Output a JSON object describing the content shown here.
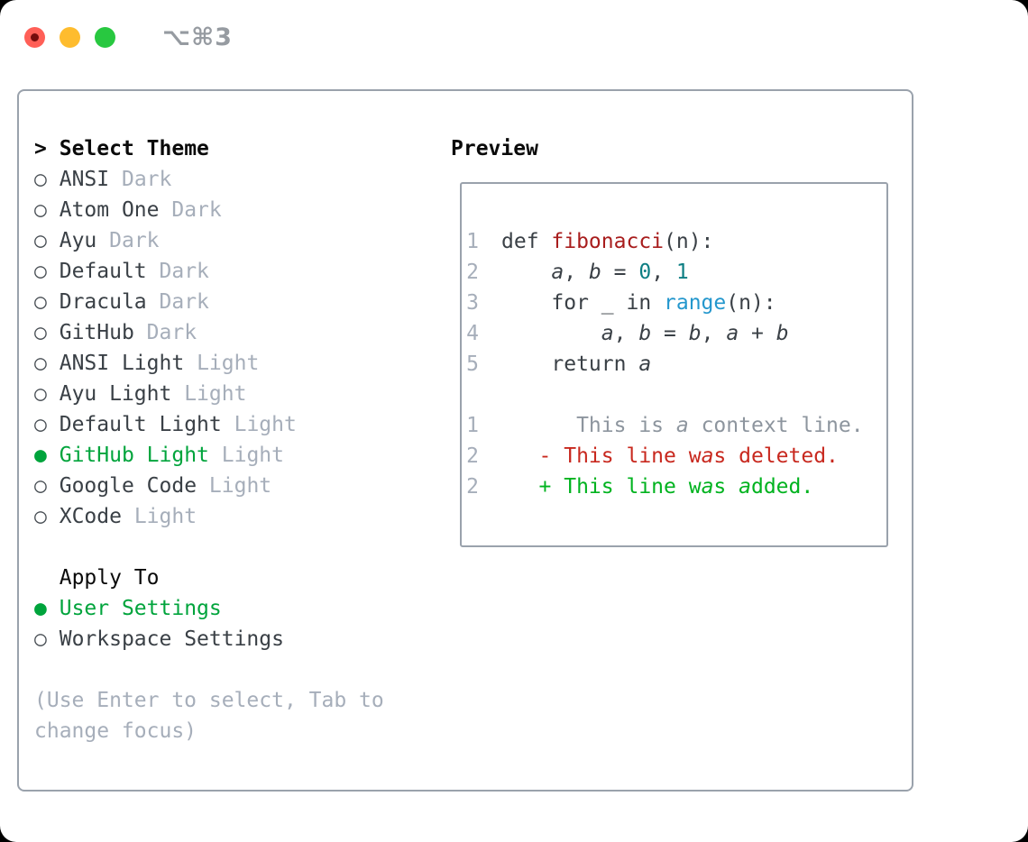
{
  "titlebar": {
    "shortcut": "⌥⌘3"
  },
  "colors": {
    "traffic_close": "#ff5f57",
    "traffic_minimize": "#febc2e",
    "traffic_zoom": "#28c840",
    "border": "#9aa2ac",
    "selected_green": "#00a43c",
    "added_green": "#00b31f",
    "deleted_red": "#c8281e",
    "function_red": "#a81d1d",
    "number_teal": "#0d7e83",
    "builtin_blue": "#2497cd",
    "muted_gray": "#a6aeba",
    "text_dark": "#3a4046"
  },
  "theme_panel": {
    "title": "Select Theme",
    "cursor": ">",
    "markers": {
      "selected": "●",
      "unselected": "○"
    },
    "items": [
      {
        "label": "ANSI",
        "tag": "Dark",
        "selected": false
      },
      {
        "label": "Atom One",
        "tag": "Dark",
        "selected": false
      },
      {
        "label": "Ayu",
        "tag": "Dark",
        "selected": false
      },
      {
        "label": "Default",
        "tag": "Dark",
        "selected": false
      },
      {
        "label": "Dracula",
        "tag": "Dark",
        "selected": false
      },
      {
        "label": "GitHub",
        "tag": "Dark",
        "selected": false
      },
      {
        "label": "ANSI Light",
        "tag": "Light",
        "selected": false
      },
      {
        "label": "Ayu Light",
        "tag": "Light",
        "selected": false
      },
      {
        "label": "Default Light",
        "tag": "Light",
        "selected": false
      },
      {
        "label": "GitHub Light",
        "tag": "Light",
        "selected": true
      },
      {
        "label": "Google Code",
        "tag": "Light",
        "selected": false
      },
      {
        "label": "XCode",
        "tag": "Light",
        "selected": false
      }
    ],
    "apply_to": {
      "title": "Apply To",
      "options": [
        {
          "label": "User Settings",
          "selected": true
        },
        {
          "label": "Workspace Settings",
          "selected": false
        }
      ]
    },
    "hint_lines": [
      "(Use Enter to select, Tab to",
      "change focus)"
    ]
  },
  "preview": {
    "title": "Preview",
    "lines": [
      {
        "num": "1",
        "segs": [
          {
            "t": "def ",
            "c": "d"
          },
          {
            "t": "fibonacci",
            "c": "f"
          },
          {
            "t": "(n):",
            "c": "d"
          }
        ]
      },
      {
        "num": "2",
        "segs": [
          {
            "t": "    ",
            "c": "d"
          },
          {
            "t": "a",
            "c": "d",
            "i": true
          },
          {
            "t": ", ",
            "c": "d"
          },
          {
            "t": "b",
            "c": "d",
            "i": true
          },
          {
            "t": " = ",
            "c": "d"
          },
          {
            "t": "0",
            "c": "n"
          },
          {
            "t": ", ",
            "c": "d"
          },
          {
            "t": "1",
            "c": "n"
          }
        ]
      },
      {
        "num": "3",
        "segs": [
          {
            "t": "    for _ in ",
            "c": "d"
          },
          {
            "t": "range",
            "c": "b"
          },
          {
            "t": "(n):",
            "c": "d"
          }
        ]
      },
      {
        "num": "4",
        "segs": [
          {
            "t": "        ",
            "c": "d"
          },
          {
            "t": "a",
            "c": "d",
            "i": true
          },
          {
            "t": ", ",
            "c": "d"
          },
          {
            "t": "b",
            "c": "d",
            "i": true
          },
          {
            "t": " = ",
            "c": "d"
          },
          {
            "t": "b",
            "c": "d",
            "i": true
          },
          {
            "t": ", ",
            "c": "d"
          },
          {
            "t": "a",
            "c": "d",
            "i": true
          },
          {
            "t": " + ",
            "c": "d"
          },
          {
            "t": "b",
            "c": "d",
            "i": true
          }
        ]
      },
      {
        "num": "5",
        "segs": [
          {
            "t": "    return ",
            "c": "d"
          },
          {
            "t": "a",
            "c": "d",
            "i": true
          }
        ]
      },
      {
        "blank": true
      },
      {
        "num": "1",
        "segs": [
          {
            "t": "      This is ",
            "c": "ctx"
          },
          {
            "t": "a",
            "c": "ctx",
            "i": true
          },
          {
            "t": " context line.",
            "c": "ctx"
          }
        ]
      },
      {
        "num": "2",
        "segs": [
          {
            "t": "   - This line w",
            "c": "del"
          },
          {
            "t": "a",
            "c": "del",
            "i": true
          },
          {
            "t": "s deleted.",
            "c": "del"
          }
        ]
      },
      {
        "num": "2",
        "segs": [
          {
            "t": "   + This line w",
            "c": "add"
          },
          {
            "t": "a",
            "c": "add",
            "i": true
          },
          {
            "t": "s ",
            "c": "add"
          },
          {
            "t": "a",
            "c": "add",
            "i": true
          },
          {
            "t": "dded.",
            "c": "add"
          }
        ]
      }
    ]
  }
}
